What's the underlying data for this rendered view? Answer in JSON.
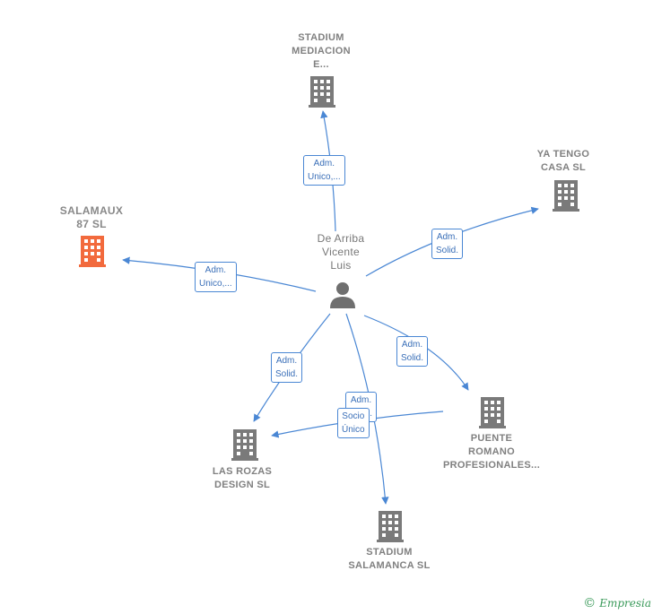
{
  "nodes": {
    "person": {
      "label": "De Arriba\nVicente\nLuis"
    },
    "stadium_mediacion": {
      "label": "STADIUM\nMEDIACION\nE..."
    },
    "ya_tengo_casa": {
      "label": "YA TENGO\nCASA SL"
    },
    "salamaux": {
      "label": "SALAMAUX\n87  SL"
    },
    "puente_romano": {
      "label": "PUENTE\nROMANO\nPROFESIONALES..."
    },
    "las_rozas": {
      "label": "LAS ROZAS\nDESIGN  SL"
    },
    "stadium_salamanca": {
      "label": "STADIUM\nSALAMANCA SL"
    }
  },
  "edges": {
    "mediacion": {
      "label": "Adm.\nUnico,..."
    },
    "ya_tengo": {
      "label": "Adm.\nSolid."
    },
    "salamaux": {
      "label": "Adm.\nUnico,..."
    },
    "puente": {
      "label": "Adm.\nSolid."
    },
    "las_rozas": {
      "label": "Adm.\nSolid."
    },
    "salamanca": {
      "label": "Adm.\nSolid."
    },
    "socio": {
      "label": "Socio\nÚnico"
    }
  },
  "colors": {
    "edge": "#4a87d4",
    "building": "#7a7a7a",
    "building_main": "#f26a3d",
    "person": "#6f6f6f"
  },
  "footer": {
    "copyright": "©",
    "brand": "Empresia"
  }
}
